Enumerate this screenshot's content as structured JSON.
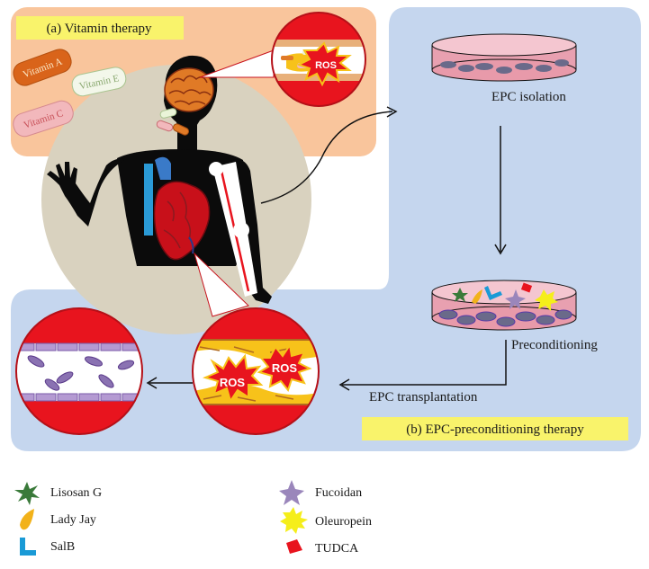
{
  "panel_a": {
    "label": "(a) Vitamin therapy"
  },
  "panel_b": {
    "label": "(b) EPC-preconditioning therapy"
  },
  "vitamins": {
    "a": "Vitamin A",
    "e": "Vitamin E",
    "c": "Vitamin C"
  },
  "ros": {
    "label": "ROS"
  },
  "steps": {
    "isolation": "EPC isolation",
    "preconditioning": "Preconditioning",
    "transplantation": "EPC transplantation"
  },
  "legend": [
    {
      "label": "Lisosan G",
      "icon": "green-star-icon",
      "color": "#3a7a3a"
    },
    {
      "label": "Lady Jay",
      "icon": "orange-drop-icon",
      "color": "#f2b21a"
    },
    {
      "label": "SalB",
      "icon": "blue-l-icon",
      "color": "#1a9ad6"
    },
    {
      "label": "Fucoidan",
      "icon": "purple-star-icon",
      "color": "#9a86bb"
    },
    {
      "label": "Oleuropein",
      "icon": "yellow-burst-icon",
      "color": "#f5ee1a"
    },
    {
      "label": "TUDCA",
      "icon": "red-diamond-icon",
      "color": "#e8141e"
    }
  ],
  "colors": {
    "panel_a_bg": "#f9c59c",
    "panel_b_bg": "#c5d6ee",
    "label_bg": "#f9f36b",
    "vessel_red": "#e8141e",
    "plaque_yellow": "#f7c21a"
  }
}
